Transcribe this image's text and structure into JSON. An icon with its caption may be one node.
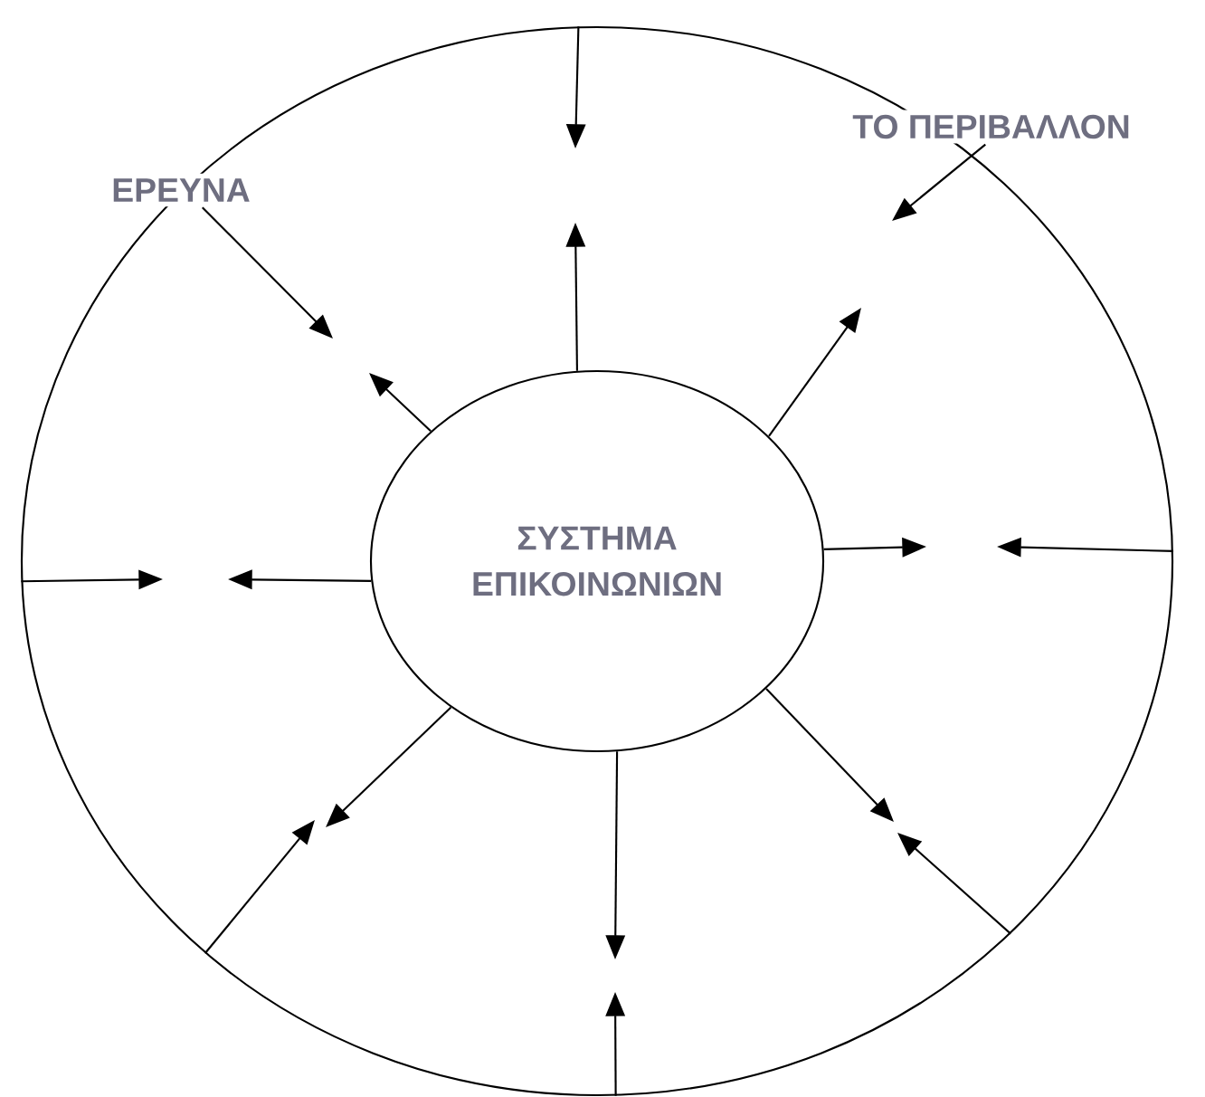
{
  "diagram": {
    "nodes": [
      {
        "text": [],
        "shape": "circle"
      },
      {
        "text": [
          "ΣΥΣΤΗΜΑ ΕΠΙΚΟΙΝΩΝΙΩΝ"
        ],
        "in": 0
      },
      {
        "text": [
          "ΕΡΕΥΝΑ"
        ]
      },
      {
        "text": [
          "ΤΟ ΠΕΡΙΒΑΛΛΟΝ"
        ]
      }
    ],
    "edges": [
      {
        "from": 0,
        "to": null,
        "arrow": "to"
      },
      {
        "from": 1,
        "to": null,
        "arrow": "to"
      },
      {
        "from": 3,
        "to": null,
        "arrow": "to"
      },
      {
        "from": 1,
        "to": null,
        "arrow": "to"
      },
      {
        "from": 2,
        "to": null,
        "arrow": "to"
      },
      {
        "from": 1,
        "to": null,
        "arrow": "to"
      },
      {
        "from": 0,
        "to": null,
        "arrow": "to"
      },
      {
        "from": 1,
        "to": null,
        "arrow": "to"
      },
      {
        "from": 0,
        "to": null,
        "arrow": "to"
      },
      {
        "from": 1,
        "to": null,
        "arrow": "to"
      },
      {
        "from": 0,
        "to": null,
        "arrow": "to"
      },
      {
        "from": 1,
        "to": null,
        "arrow": "to"
      },
      {
        "from": 0,
        "to": null,
        "arrow": "to"
      },
      {
        "from": 1,
        "to": null,
        "arrow": "to"
      },
      {
        "from": 0,
        "to": null,
        "arrow": "to"
      },
      {
        "from": 1,
        "to": null,
        "arrow": "to"
      }
    ]
  }
}
